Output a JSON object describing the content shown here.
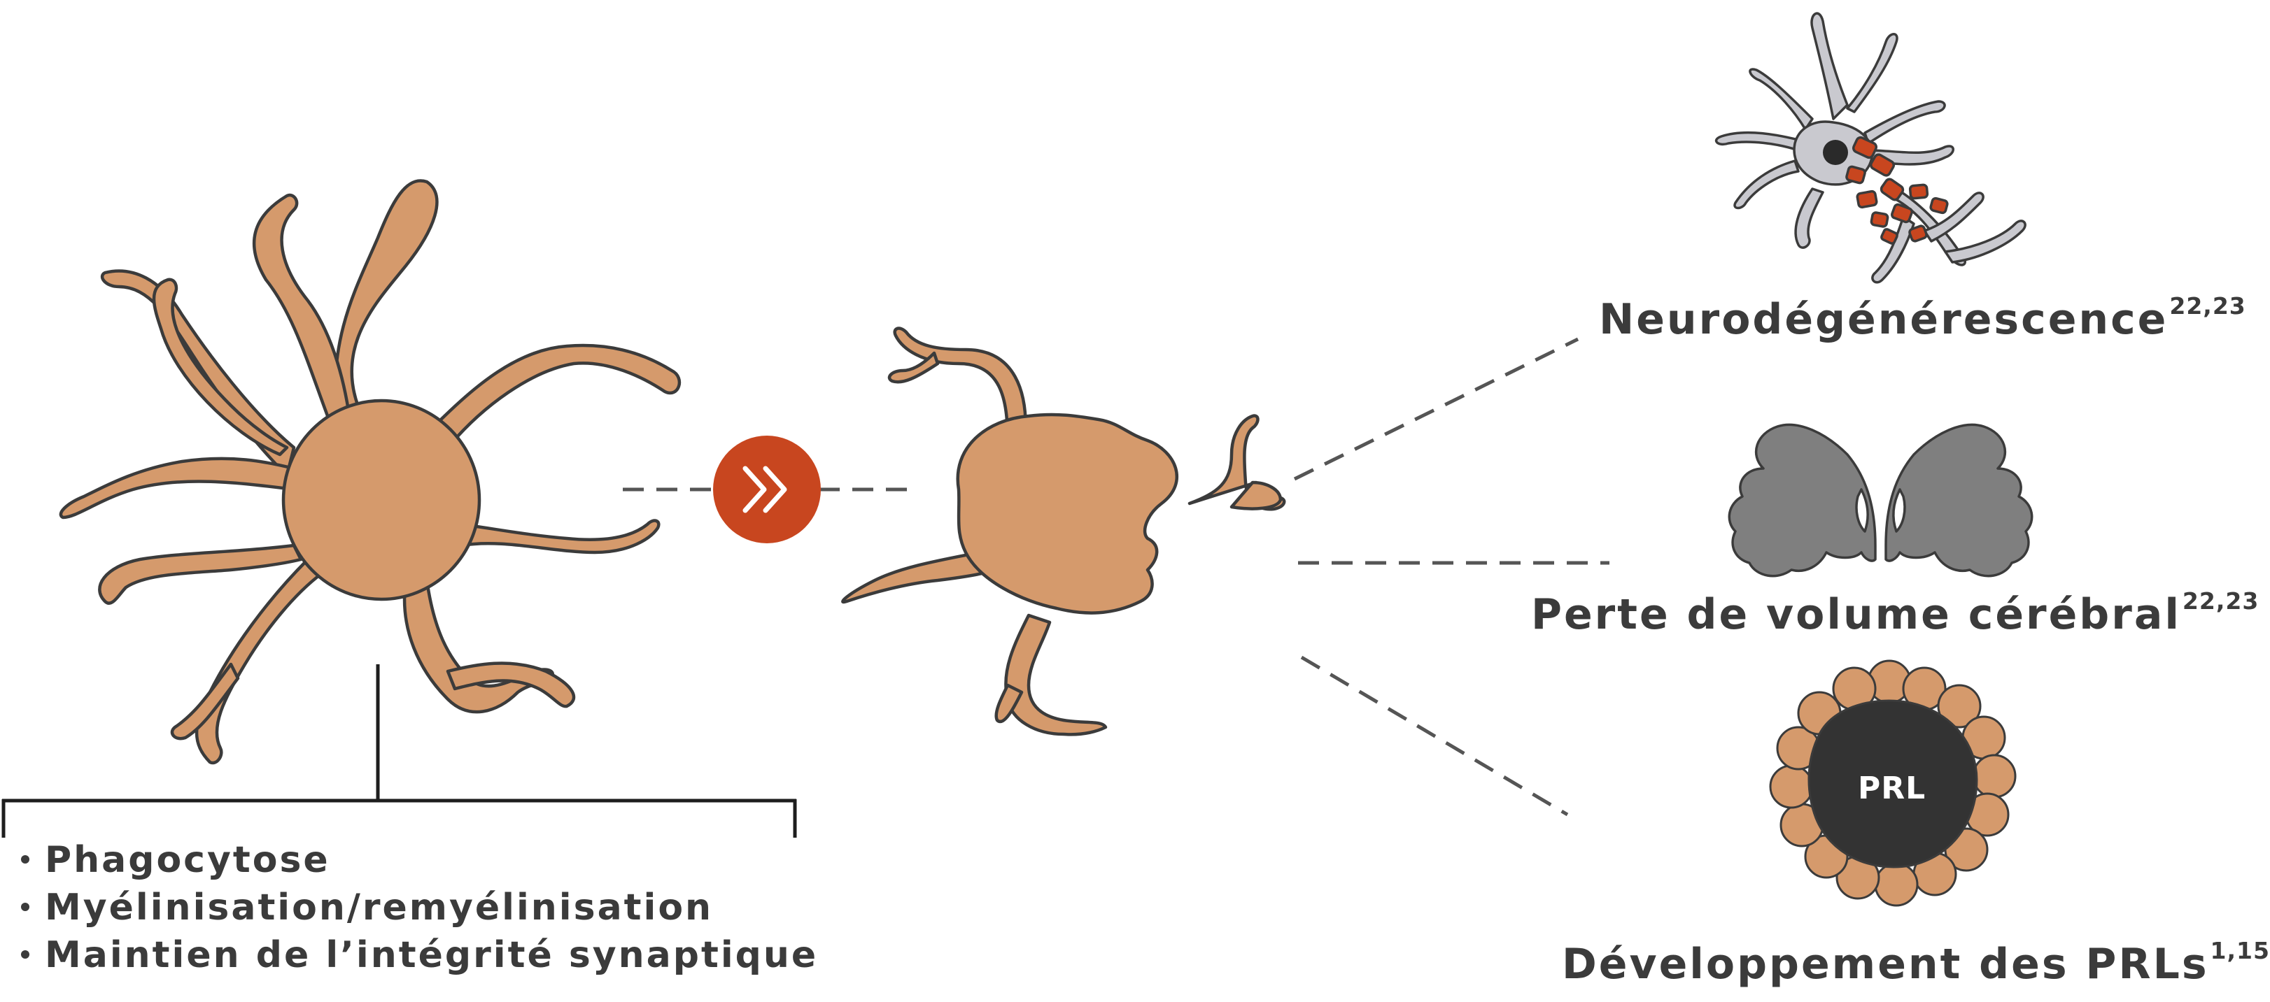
{
  "colors": {
    "cell_fill": "#d59a6c",
    "outline": "#3b3b3b",
    "accent": "#c8461f",
    "neuron_fill": "#c9c9cf",
    "brain_fill": "#7f7f7f",
    "lesion_fill": "#333333",
    "dashed_line": "#555555"
  },
  "icons": {
    "transition_button": "double-chevron-right-icon"
  },
  "left_panel": {
    "functions": [
      "Phagocytose",
      "Myélinisation/remyélinisation",
      "Maintien de l’intégrité synaptique"
    ]
  },
  "outcomes": [
    {
      "label": "Neurodégénérescence",
      "refs": "22,23"
    },
    {
      "label": "Perte de volume cérébral",
      "refs": "22,23"
    },
    {
      "label": "Développement des PRLs",
      "refs": "1,15"
    }
  ],
  "prl_badge": "PRL"
}
